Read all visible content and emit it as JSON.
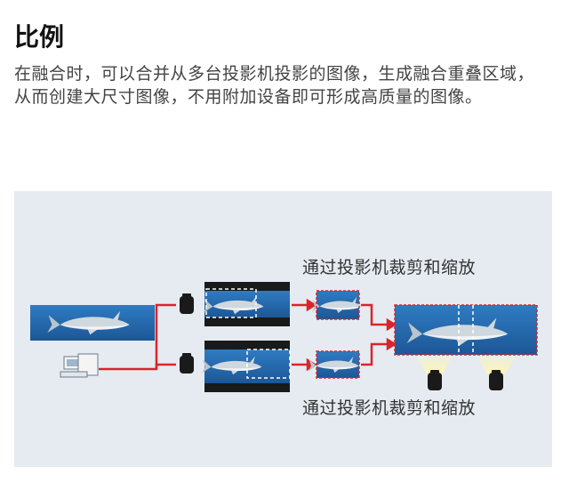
{
  "section": {
    "title": "比例",
    "description": "在融合时，可以合并从多台投影机投影的图像，生成融合重叠区域，从而创建大尺寸图像，不用附加设备即可形成高质量的图像。"
  },
  "diagram": {
    "top_label": "通过投影机裁剪和缩放",
    "bottom_label": "通过投影机裁剪和缩放",
    "colors": {
      "background": "#e6ebf1",
      "connector": "#d9252b",
      "sea": "#2a6fb4",
      "frame": "#1a1a1a",
      "light": "#f6f0a8"
    }
  }
}
